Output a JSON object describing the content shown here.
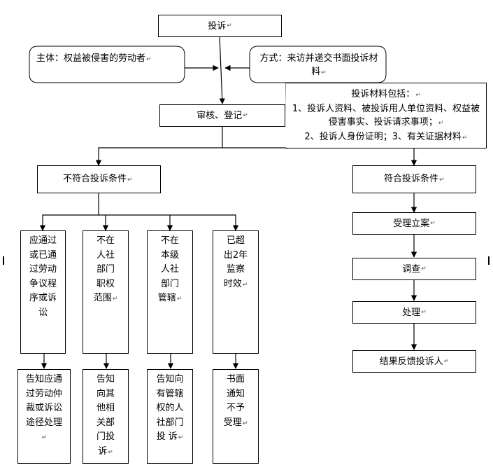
{
  "nodes": {
    "complaint": "投诉",
    "subject": "主体：权益被侵害的劳动者",
    "method": "方式：来访并递交书面投诉材料",
    "review": "审核、登记",
    "materials_title": "投诉材料包括：",
    "materials_line1": "1、投诉人资料、被投诉用人单位资料、权益被侵害事实、投诉请求事项；",
    "materials_line2": "2、投诉人身份证明；3、有关证据材料",
    "not_eligible": "不符合投诉条件",
    "eligible": "符合投诉条件",
    "reason1": "应通过或已通过劳动争议程序或诉 讼",
    "reason2": "不在人社部门职权范围",
    "reason3": "不在本级人社部门管辖",
    "reason4": "已超出2年监察时效",
    "result1": "告知应通过劳动仲裁或诉讼途径处理",
    "result2": "告知向其他相关部门投诉",
    "result3": "告知向有管辖权的人社部门投 诉",
    "result4": "书面通知不予受理",
    "accept": "受理立案",
    "investigate": "调查",
    "handle": "处理",
    "feedback": "结果反馈投诉人"
  },
  "paragraph_mark": "↵"
}
